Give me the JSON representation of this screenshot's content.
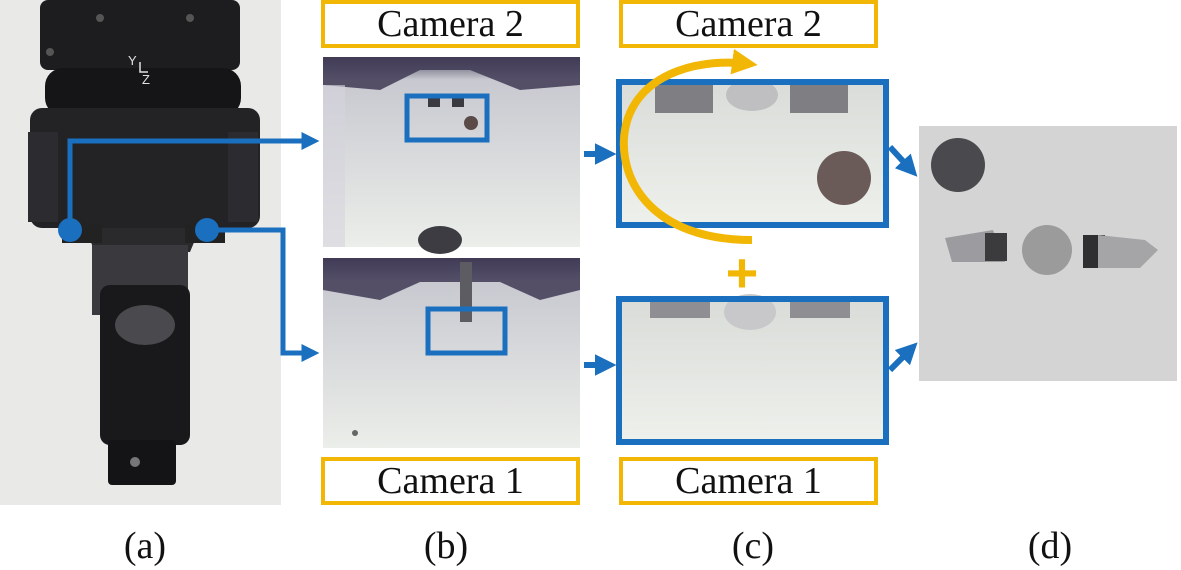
{
  "labels": {
    "b_top": "Camera 2",
    "b_bottom": "Camera 1",
    "c_top": "Camera 2",
    "c_bottom": "Camera 1"
  },
  "panel_letters": {
    "a": "(a)",
    "b": "(b)",
    "c": "(c)",
    "d": "(d)"
  },
  "axis_marks": {
    "y": "Y",
    "z": "Z"
  },
  "plus_sign": "+",
  "colors": {
    "blue": "#1a6fbe",
    "yellow": "#f2b705",
    "label_text": "#111111"
  }
}
